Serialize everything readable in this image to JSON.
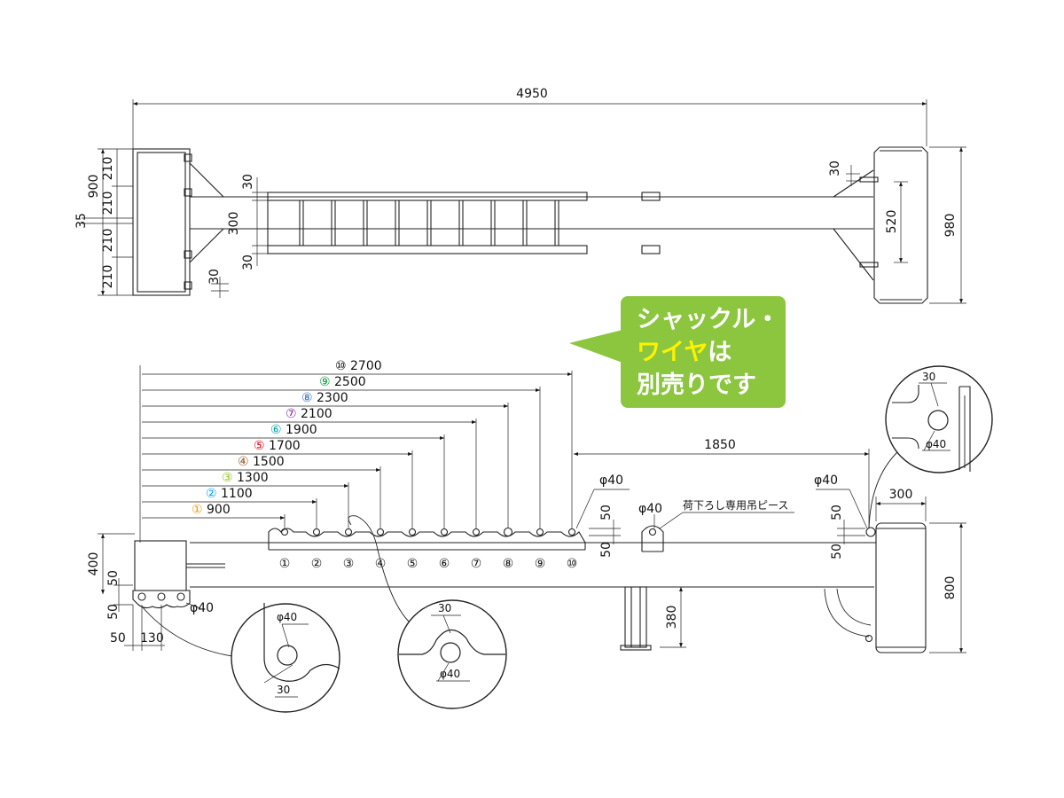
{
  "top_view": {
    "overall_length": "4950",
    "left_heights": [
      "210",
      "210",
      "210",
      "210"
    ],
    "left_total": "900",
    "left_gap": "35",
    "left_bottom_offset": "30",
    "beam_top_offset": "30",
    "beam_width": "300",
    "beam_bottom_offset": "30",
    "right_top_offset": "30",
    "right_inner": "520",
    "right_total": "980"
  },
  "side_view": {
    "positions": [
      {
        "num": "①",
        "dist": "900",
        "color": "#f39800"
      },
      {
        "num": "②",
        "dist": "1100",
        "color": "#00a0e9"
      },
      {
        "num": "③",
        "dist": "1300",
        "color": "#8fc31f"
      },
      {
        "num": "④",
        "dist": "1500",
        "color": "#8f5922"
      },
      {
        "num": "⑤",
        "dist": "1700",
        "color": "#e60012"
      },
      {
        "num": "⑥",
        "dist": "1900",
        "color": "#00a5a8"
      },
      {
        "num": "⑦",
        "dist": "2100",
        "color": "#7d2a9a"
      },
      {
        "num": "⑧",
        "dist": "2300",
        "color": "#3f6fb5"
      },
      {
        "num": "⑨",
        "dist": "2500",
        "color": "#009944"
      },
      {
        "num": "⑩",
        "dist": "2700",
        "color": "#333333"
      }
    ],
    "dim_1850": "1850",
    "hole_phi": "φ40",
    "hole_phi_2": "φ40",
    "hole_phi_3": "φ40",
    "hole_phi_4": "φ40",
    "unload_label": "荷下ろし専用吊ピース",
    "d50_a": "50",
    "d50_b": "50",
    "d50_c": "50",
    "d50_d": "50",
    "d50_e": "50",
    "d50_f": "50",
    "d130": "130",
    "d400": "400",
    "d380": "380",
    "d300": "300",
    "d800": "800"
  },
  "details": {
    "d1_notch": "30",
    "d1_hole": "φ40",
    "d2_notch": "30",
    "d2_hole": "φ40",
    "d3_notch": "30",
    "d3_hole": "φ40"
  },
  "callout": {
    "line1": "シャックル・",
    "line2a": "ワイヤ",
    "line2b": "は",
    "line3": "別売りです"
  },
  "colors": {
    "callout_bg": "#8cc63f",
    "callout_highlight": "#fff200"
  }
}
